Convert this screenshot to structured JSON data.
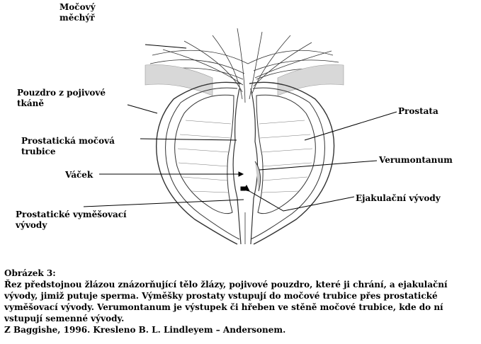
{
  "labels": {
    "mocovy_mechyr": "Močový\nměchýř",
    "pouzdro": "Pouzdro z pojivové\ntkáně",
    "prostaticka_trubice": "Prostatická močová\ntrubice",
    "vacek": "Váček",
    "vymesovaci_vyvody": "Prostatické vyměšovací\nvývody",
    "prostata": "Prostata",
    "verumontanum": "Verumontanum",
    "ejakulacni_vyvody": "Ejakulační vývody"
  },
  "caption": {
    "title": "Obrázek 3:",
    "lines": [
      "Řez předstojnou žlázou znázorňující tělo žlázy, pojivové pouzdro, které ji chrání, a ejakulační",
      "vývody, jimiž putuje sperma. Výměšky prostaty vstupují do močové trubice přes prostatické",
      "vyměšovací vývody. Verumontanum je výstupek či hřeben ve stěně močové trubice, kde do ní",
      "vstupují semenné vývody.",
      "Z Baggishe, 1996. Kresleno B. L. Lindleyem – Andersonem."
    ]
  }
}
